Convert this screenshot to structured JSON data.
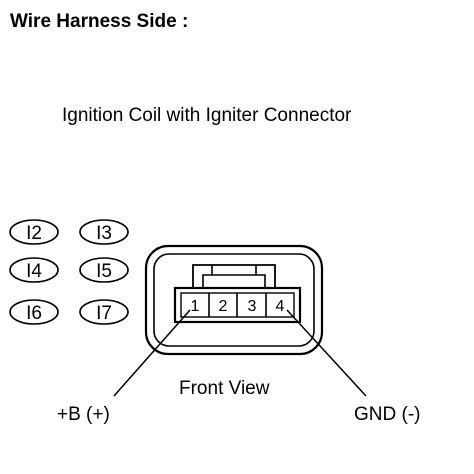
{
  "title": "Wire Harness Side :",
  "subtitle": "Ignition Coil with Igniter Connector",
  "view_label": "Front View",
  "connector_ids": [
    "I2",
    "I3",
    "I4",
    "I5",
    "I6",
    "I7"
  ],
  "pins": [
    "1",
    "2",
    "3",
    "4"
  ],
  "terminals": {
    "left": "+B (+)",
    "right": "GND (-)"
  }
}
